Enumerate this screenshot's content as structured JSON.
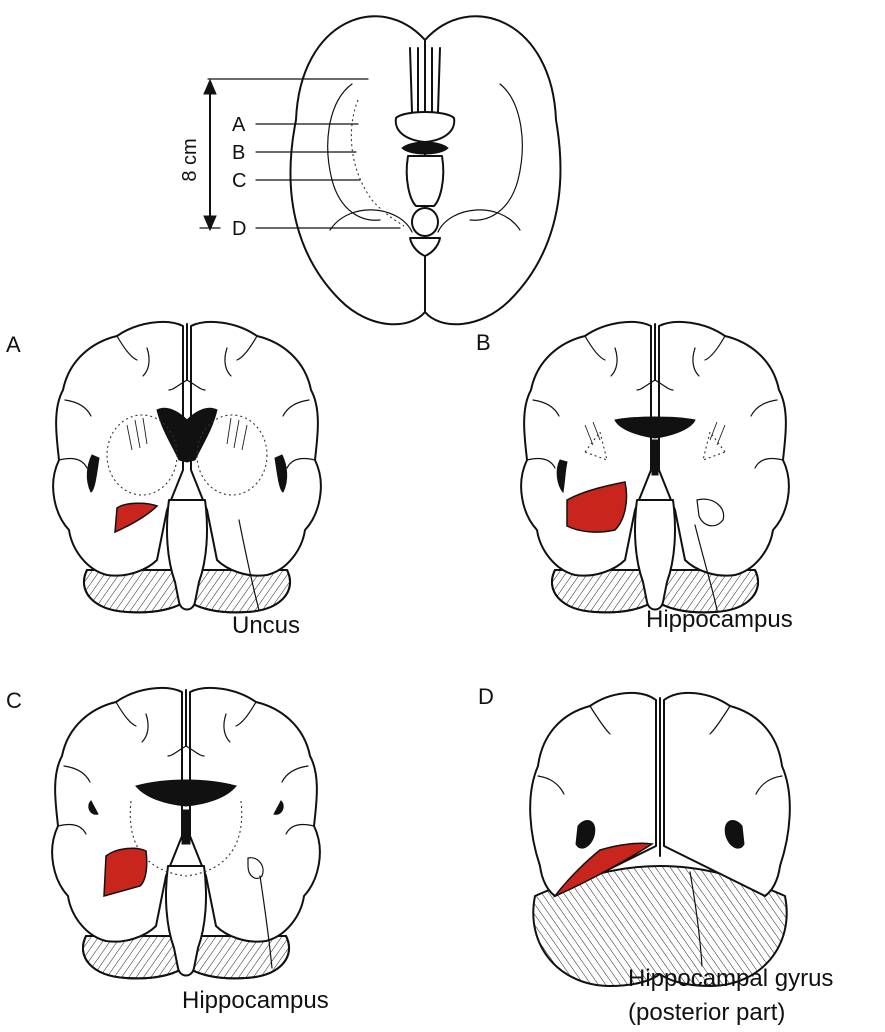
{
  "colors": {
    "highlight": "#c8251c",
    "line": "#111111",
    "background": "#ffffff"
  },
  "scale": {
    "label": "8 cm"
  },
  "section_markers": [
    "A",
    "B",
    "C",
    "D"
  ],
  "panels": {
    "A": {
      "letter": "A",
      "label": "Uncus"
    },
    "B": {
      "letter": "B",
      "label": "Hippocampus"
    },
    "C": {
      "letter": "C",
      "label": "Hippocampus"
    },
    "D": {
      "letter": "D",
      "label_line1": "Hippocampal gyrus",
      "label_line2": "(posterior part)"
    }
  }
}
